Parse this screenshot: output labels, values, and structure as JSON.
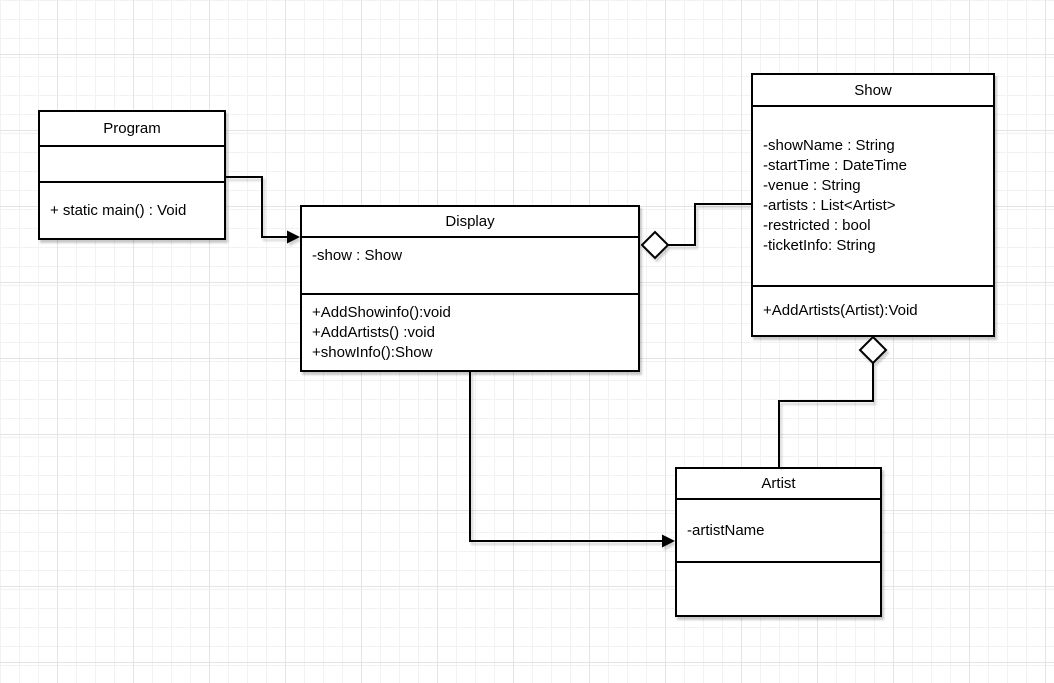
{
  "diagram": {
    "type": "uml-class-diagram",
    "classes": [
      {
        "title": "Program",
        "attributes": [],
        "methods": [
          "+ static main() : Void"
        ]
      },
      {
        "title": "Display",
        "attributes": [
          "-show : Show"
        ],
        "methods": [
          "+AddShowinfo():void",
          "+AddArtists() :void",
          "+showInfo():Show"
        ]
      },
      {
        "title": "Show",
        "attributes": [
          "-showName : String",
          "-startTime : DateTime",
          "-venue : String",
          "-artists : List<Artist>",
          "-restricted : bool",
          "-ticketInfo: String"
        ],
        "methods": [
          "+AddArtists(Artist):Void"
        ]
      },
      {
        "title": "Artist",
        "attributes": [
          "-artistName"
        ],
        "methods": []
      }
    ],
    "relationships": [
      {
        "from": "Program",
        "to": "Display",
        "type": "directed-association"
      },
      {
        "from": "Display",
        "to": "Show",
        "type": "aggregation"
      },
      {
        "from": "Show",
        "to": "Artist",
        "type": "aggregation"
      },
      {
        "from": "Display",
        "to": "Artist",
        "type": "directed-association"
      }
    ],
    "colors": {
      "stroke": "#000000",
      "shape_fill": "#ffffff",
      "text": "#000000",
      "canvas": "#ffffff",
      "grid_minor": "#f2f2f2",
      "grid_major": "#e4e4e4"
    }
  }
}
